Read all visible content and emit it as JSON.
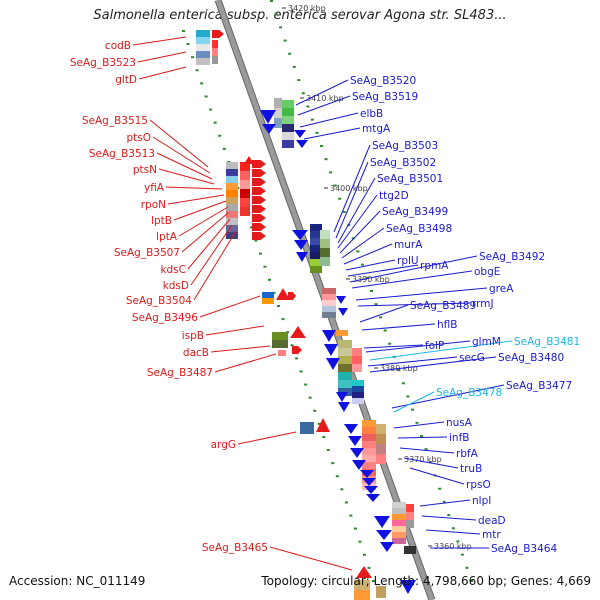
{
  "title": "Salmonella enterica subsp. enterica serovar Agona str. SL483...",
  "footer": {
    "accession": "Accession: NC_011149",
    "topology": "Topology: circular; Length: 4,798,660 bp; Genes: 4,669"
  },
  "colors": {
    "reverse_strand_label": "#dd1a1a",
    "forward_strand_label": "#1a1ad0",
    "highlight_label": "#1ab8e8",
    "backbone": "#9a9a9a",
    "ruler_dots": "#2d8a2d"
  },
  "ruler": [
    "3420 kbp",
    "3410 kbp",
    "3400 kbp",
    "3390 kbp",
    "3380 kbp",
    "3370 kbp",
    "3360 kbp"
  ],
  "left_labels": [
    "codB",
    "SeAg_B3523",
    "gltD",
    "SeAg_B3515",
    "ptsO",
    "SeAg_B3513",
    "ptsN",
    "yfiA",
    "rpoN",
    "lptB",
    "lptA",
    "SeAg_B3507",
    "kdsC",
    "kdsD",
    "SeAg_B3504",
    "SeAg_B3496",
    "ispB",
    "dacB",
    "SeAg_B3487",
    "argG",
    "SeAg_B3465"
  ],
  "right_labels": [
    "SeAg_B3520",
    "SeAg_B3519",
    "elbB",
    "mtgA",
    "SeAg_B3503",
    "SeAg_B3502",
    "SeAg_B3501",
    "ttg2D",
    "SeAg_B3499",
    "SeAg_B3498",
    "murA",
    "rplU",
    "rpmA",
    "SeAg_B3492",
    "obgE",
    "greA",
    "rrmJ",
    "SeAg_B3489",
    "hflB",
    "folP",
    "glmM",
    "SeAg_B3481",
    "secG",
    "SeAg_B3480",
    "SeAg_B3477",
    "SeAg_B3478",
    "nusA",
    "infB",
    "rbfA",
    "truB",
    "rpsO",
    "nlpI",
    "deaD",
    "mtr",
    "SeAg_B3464"
  ]
}
